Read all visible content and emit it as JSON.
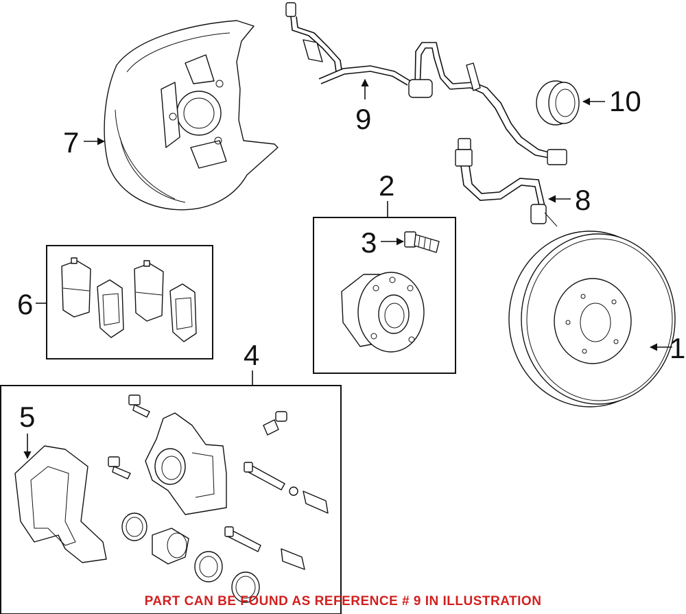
{
  "callouts": {
    "c1": "1",
    "c2": "2",
    "c3": "3",
    "c4": "4",
    "c5": "5",
    "c6": "6",
    "c7": "7",
    "c8": "8",
    "c9": "9",
    "c10": "10"
  },
  "note": "PART CAN BE FOUND AS REFERENCE # 9 IN ILLUSTRATION",
  "colors": {
    "note": "#d21f1f",
    "line": "#111111",
    "background": "#ffffff"
  }
}
